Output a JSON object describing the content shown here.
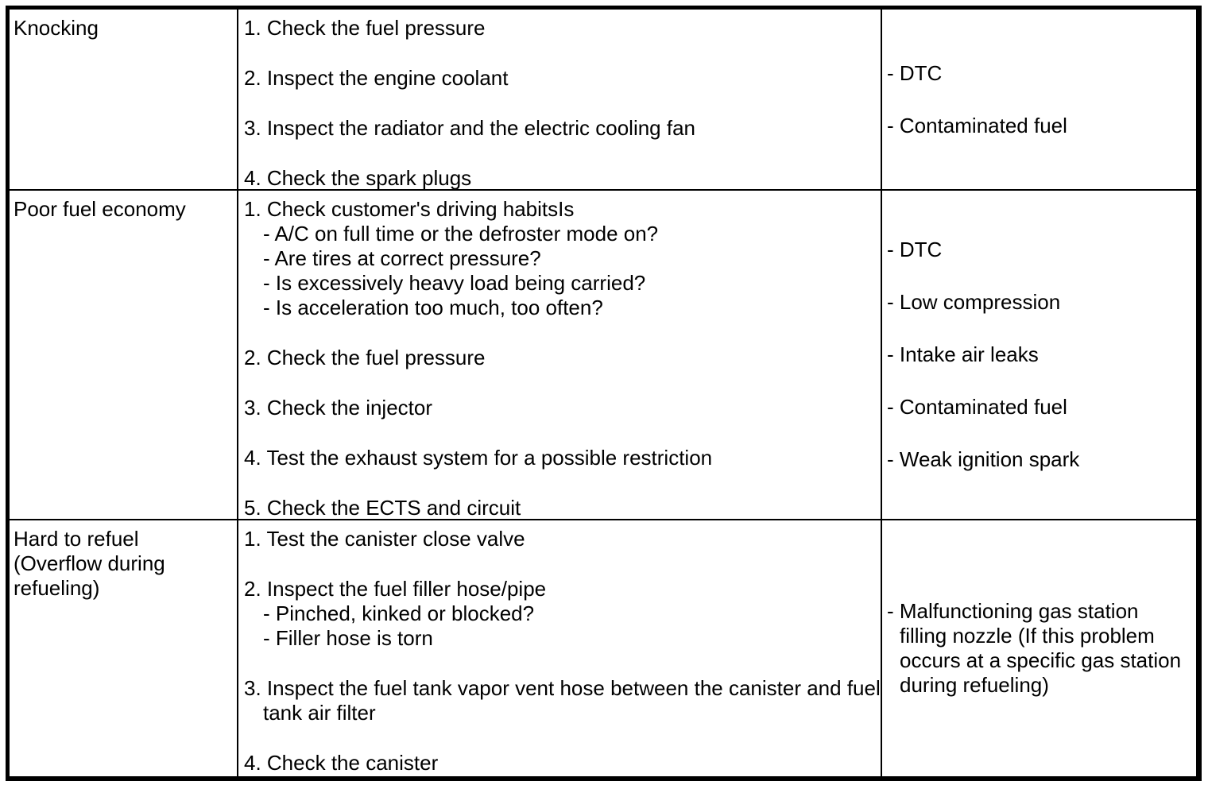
{
  "meta": {
    "background_color": "#ffffff",
    "text_color": "#000000",
    "border_color": "#000000"
  },
  "table": {
    "rows": [
      {
        "symptom": "Knocking",
        "steps": [
          "1. Check the fuel pressure",
          "2. Inspect the engine coolant",
          "3. Inspect the radiator and the electric cooling fan",
          "4. Check the spark plugs"
        ],
        "causes": [
          "- DTC",
          "- Contaminated fuel"
        ]
      },
      {
        "symptom": "Poor fuel economy",
        "steps": [
          "1. Check customer's driving habitsIs",
          "- A/C on full time or the defroster mode on?",
          "- Are tires at correct pressure?",
          "- Is excessively heavy load being carried?",
          "- Is acceleration too much, too often?",
          "2. Check the fuel pressure",
          "3. Check the injector",
          "4. Test the exhaust system for a possible restriction",
          "5. Check the ECTS and circuit"
        ],
        "causes": [
          "- DTC",
          "- Low compression",
          "- Intake air leaks",
          "- Contaminated fuel",
          "- Weak ignition spark"
        ]
      },
      {
        "symptom": "Hard to refuel (Overflow during refueling)",
        "steps": [
          "1. Test the canister close valve",
          "2. Inspect the fuel filler hose/pipe",
          "- Pinched, kinked or blocked?",
          "- Filler hose is torn",
          "3. Inspect the fuel tank vapor vent hose between the canister and fuel tank air filter",
          "4. Check the canister"
        ],
        "causes": [
          "- Malfunctioning gas station filling nozzle (If this problem occurs at a specific gas station during refueling)"
        ]
      }
    ]
  }
}
